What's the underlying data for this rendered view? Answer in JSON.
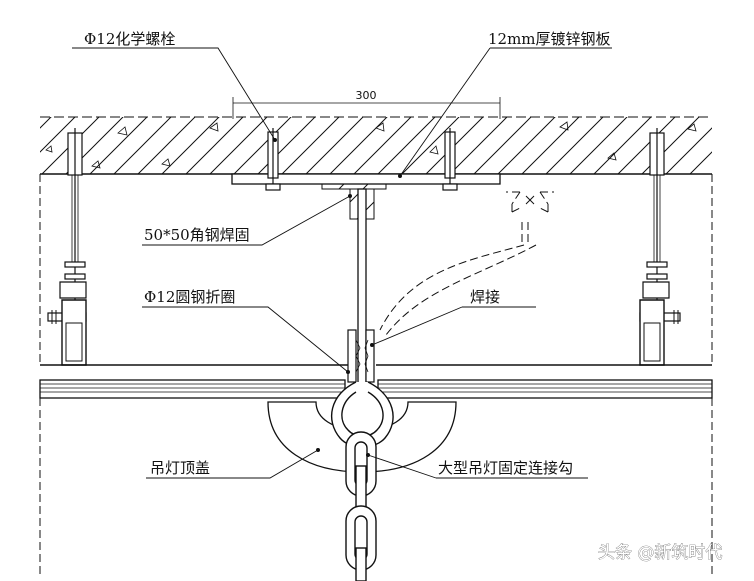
{
  "labels": {
    "chemical_bolt": "Φ12化学螺栓",
    "steel_plate": "12mm厚镀锌钢板",
    "dimension_300": "300",
    "angle_steel": "50*50角钢焊固",
    "round_steel_ring": "Φ12圆钢折圈",
    "weld": "焊接",
    "lamp_cap": "吊灯顶盖",
    "lamp_hook": "大型吊灯固定连接勾"
  },
  "watermark": "头条 @新筑时代",
  "colors": {
    "line": "#111111",
    "background": "#ffffff"
  }
}
